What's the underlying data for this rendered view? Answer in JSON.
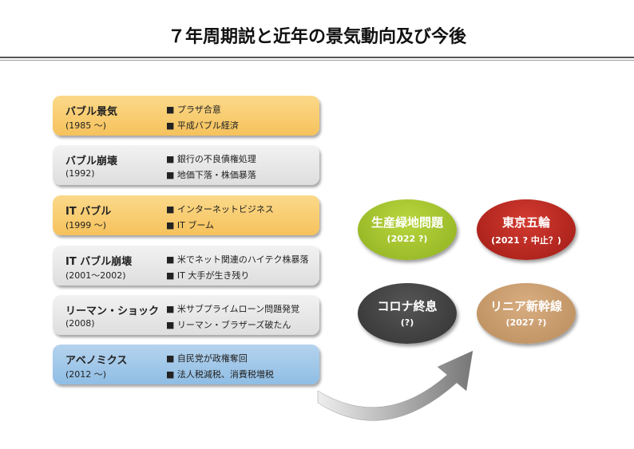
{
  "title": "７年周期説と近年の景気動向及び今後",
  "bullet": "■",
  "eras": [
    {
      "name": "バブル景気",
      "year": "(1985 ～)",
      "points": [
        "プラザ合意",
        "平成バブル経済"
      ],
      "color": "#f6c25c"
    },
    {
      "name": "バブル崩壊",
      "year": "(1992)",
      "points": [
        "銀行の不良債権処理",
        "地価下落・株価暴落"
      ],
      "color": "#dedede"
    },
    {
      "name": "IT バブル",
      "year": "(1999 ～)",
      "points": [
        "インターネットビジネス",
        "IT ブーム"
      ],
      "color": "#f6c25c"
    },
    {
      "name": "IT バブル崩壊",
      "year": "(2001～2002)",
      "points": [
        "米でネット関連のハイテク株暴落",
        "IT 大手が生き残り"
      ],
      "color": "#dedede"
    },
    {
      "name": "リーマン・ショック",
      "year": "(2008)",
      "points": [
        "米サブプライムローン問題発覚",
        "リーマン・ブラザーズ破たん"
      ],
      "color": "#dedede"
    },
    {
      "name": "アベノミクス",
      "year": "(2012 ～)",
      "points": [
        "自民党が政権奪回",
        "法人税減税、消費税増税"
      ],
      "color": "#8fbde4"
    }
  ],
  "future": [
    {
      "name": "生産緑地問題",
      "year": "(2022 ?)",
      "color": "#9cbf2a"
    },
    {
      "name": "東京五輪",
      "year": "(2021 ? 中止？)",
      "color": "#b0231c"
    },
    {
      "name": "コロナ終息",
      "year": "(?)",
      "color": "#3e3e3e"
    },
    {
      "name": "リニア新幹線",
      "year": "(2027 ?)",
      "color": "#c79a6a"
    }
  ]
}
